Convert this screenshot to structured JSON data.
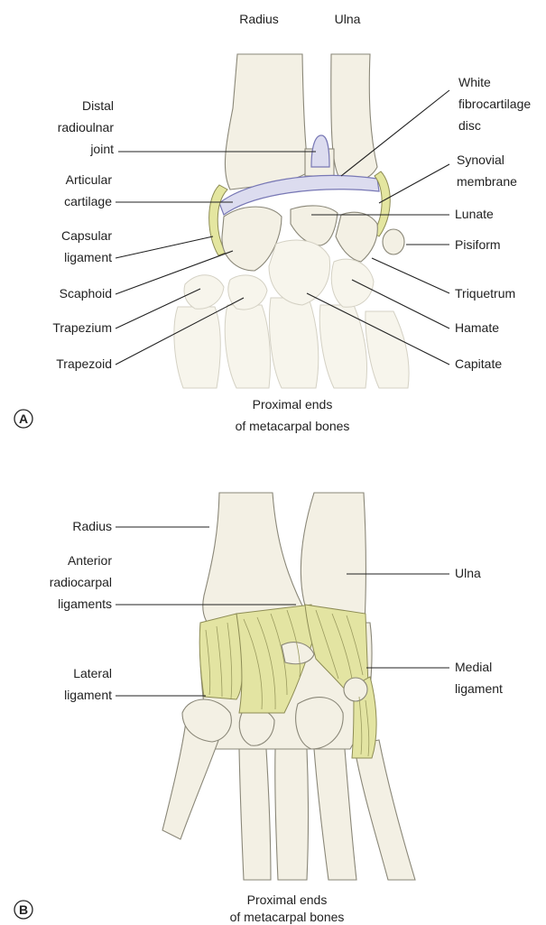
{
  "panel_a": {
    "badge": "A",
    "labels": {
      "radius": "Radius",
      "ulna": "Ulna",
      "distal_radioulnar_joint": [
        "Distal",
        "radioulnar",
        "joint"
      ],
      "white_fibrocartilage_disc": [
        "White",
        "fibrocartilage",
        "disc"
      ],
      "articular_cartilage": [
        "Articular",
        "cartilage"
      ],
      "synovial_membrane": [
        "Synovial",
        "membrane"
      ],
      "lunate": "Lunate",
      "capsular_ligament": [
        "Capsular",
        "ligament"
      ],
      "pisiform": "Pisiform",
      "scaphoid": "Scaphoid",
      "triquetrum": "Triquetrum",
      "trapezium": "Trapezium",
      "hamate": "Hamate",
      "trapezoid": "Trapezoid",
      "capitate": "Capitate"
    },
    "caption": [
      "Proximal ends",
      "of metacarpal bones"
    ]
  },
  "panel_b": {
    "badge": "B",
    "labels": {
      "radius": "Radius",
      "anterior_radiocarpal_ligaments": [
        "Anterior",
        "radiocarpal",
        "ligaments"
      ],
      "ulna": "Ulna",
      "lateral_ligament": [
        "Lateral",
        "ligament"
      ],
      "medial_ligament": [
        "Medial",
        "ligament"
      ]
    },
    "caption": [
      "Proximal ends",
      "of metacarpal bones"
    ]
  },
  "colors": {
    "bone": "#f3f0e4",
    "ligament": "#e3e4a2",
    "cartilage": "#dcdcef",
    "outline": "#8a8778"
  }
}
